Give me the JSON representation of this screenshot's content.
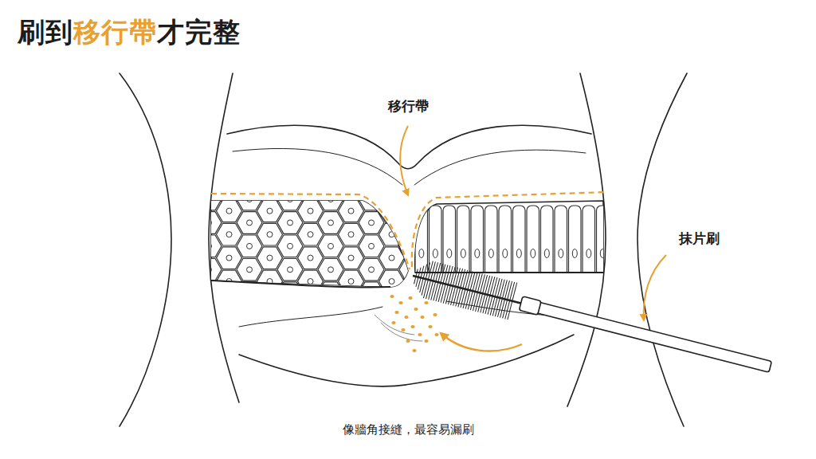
{
  "diagram": {
    "title": "刷到移行帶才完整",
    "caption": "像牆角接縫，最容易漏刷",
    "labels": [
      "移行帶",
      "抹片刷"
    ]
  }
}
